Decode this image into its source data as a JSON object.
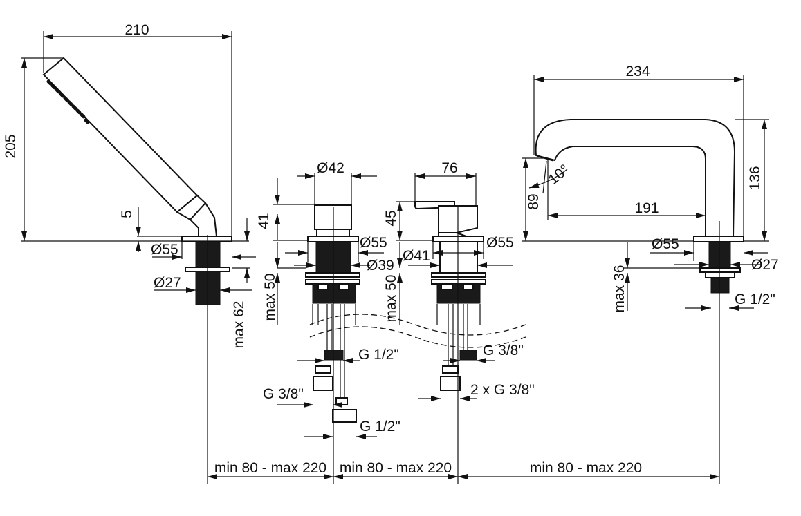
{
  "hand_shower": {
    "width": "210",
    "height": "205",
    "offset": "5",
    "flange_dia": "Ø55",
    "body_dia": "Ø27",
    "max_depth": "max 62"
  },
  "valve_left": {
    "cap_dia": "Ø42",
    "height": "41",
    "flange_dia": "Ø55",
    "body_dia": "Ø39",
    "max_depth": "max 50",
    "conn_1": "G 1/2\"",
    "conn_2": "G 3/8\"",
    "conn_3": "G 1/2\""
  },
  "valve_right": {
    "width": "76",
    "height": "45",
    "body_dia": "Ø41",
    "flange_dia": "Ø55",
    "max_depth": "max 50",
    "conn_1": "G 3/8\"",
    "conn_2": "2 x G 3/8\""
  },
  "spout": {
    "width": "234",
    "height": "136",
    "outlet_height": "89",
    "projection": "191",
    "angle": "10°",
    "flange_dia": "Ø55",
    "body_dia": "Ø27",
    "max_depth": "max 36",
    "conn": "G 1/2\""
  },
  "spacing": [
    "min 80 - max 220",
    "min 80 - max 220",
    "min 80 - max 220"
  ]
}
